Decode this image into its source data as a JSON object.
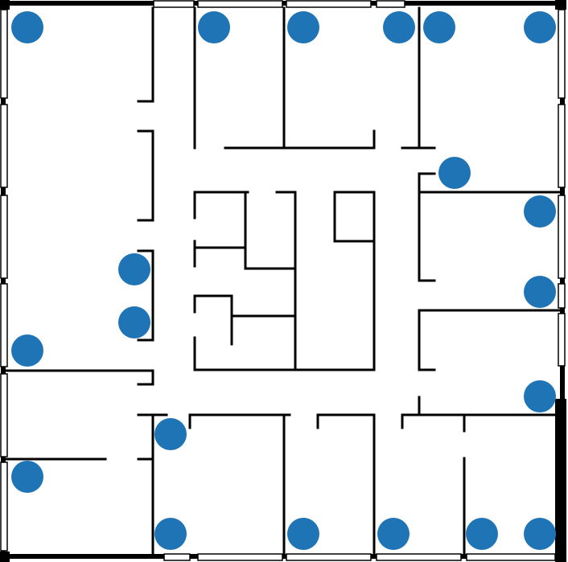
{
  "floor_plan": {
    "marker_color": "#1f74b6",
    "wall_color": "#000000",
    "background": "#ffffff",
    "markers": [
      {
        "id": 1
      },
      {
        "id": 2
      },
      {
        "id": 3
      },
      {
        "id": 4
      },
      {
        "id": 5
      },
      {
        "id": 6
      },
      {
        "id": 7
      },
      {
        "id": 8
      },
      {
        "id": 9
      },
      {
        "id": 10
      },
      {
        "id": 11
      },
      {
        "id": 12
      },
      {
        "id": 13
      },
      {
        "id": 14
      },
      {
        "id": 15
      },
      {
        "id": 16
      },
      {
        "id": 17
      },
      {
        "id": 18
      },
      {
        "id": 19
      },
      {
        "id": 20
      },
      {
        "id": 21
      },
      {
        "id": 22
      }
    ]
  }
}
